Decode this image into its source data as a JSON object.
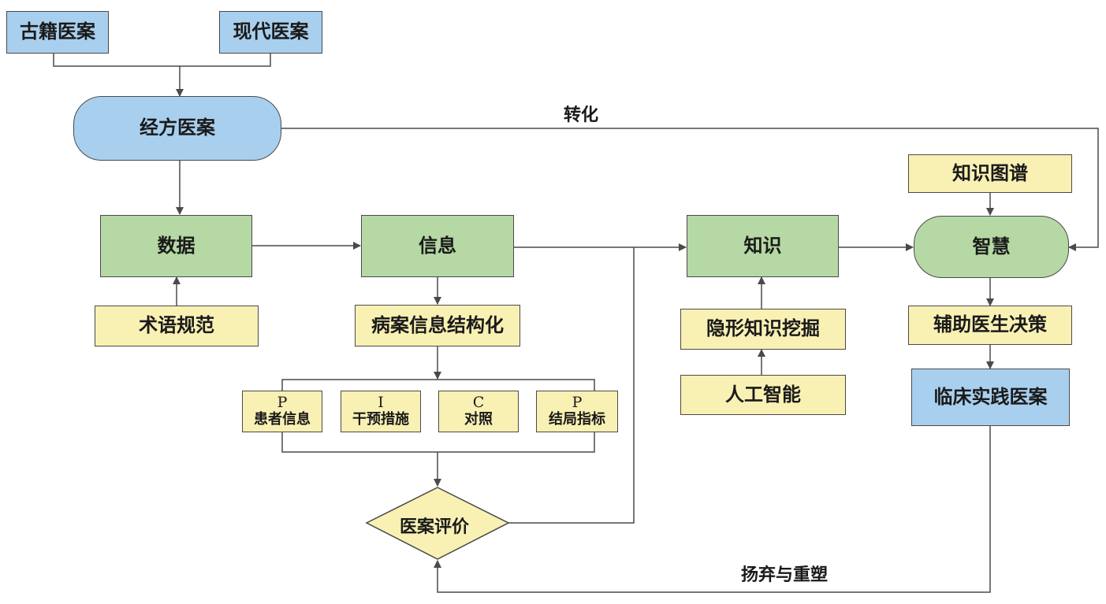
{
  "nodes": {
    "ancient_cases": "古籍医案",
    "modern_cases": "现代医案",
    "classic_formula_cases": "经方医案",
    "data": "数据",
    "terminology_standard": "术语规范",
    "information": "信息",
    "case_structuring": "病案信息结构化",
    "pico": [
      {
        "letter": "P",
        "text": "患者信息"
      },
      {
        "letter": "I",
        "text": "干预措施"
      },
      {
        "letter": "C",
        "text": "对照"
      },
      {
        "letter": "P",
        "text": "结局指标"
      }
    ],
    "case_evaluation": "医案评价",
    "knowledge": "知识",
    "tacit_knowledge_mining": "隐形知识挖掘",
    "artificial_intelligence": "人工智能",
    "knowledge_graph": "知识图谱",
    "wisdom": "智慧",
    "assist_decision": "辅助医生决策",
    "clinical_cases": "临床实践医案"
  },
  "edge_labels": {
    "transform": "转化",
    "discard_reshape": "扬弃与重塑"
  },
  "colors": {
    "blue_fill": "#a9cfee",
    "green_fill": "#b5d8a4",
    "yellow_fill": "#f9f1b4",
    "line": "#4a4a4a"
  }
}
